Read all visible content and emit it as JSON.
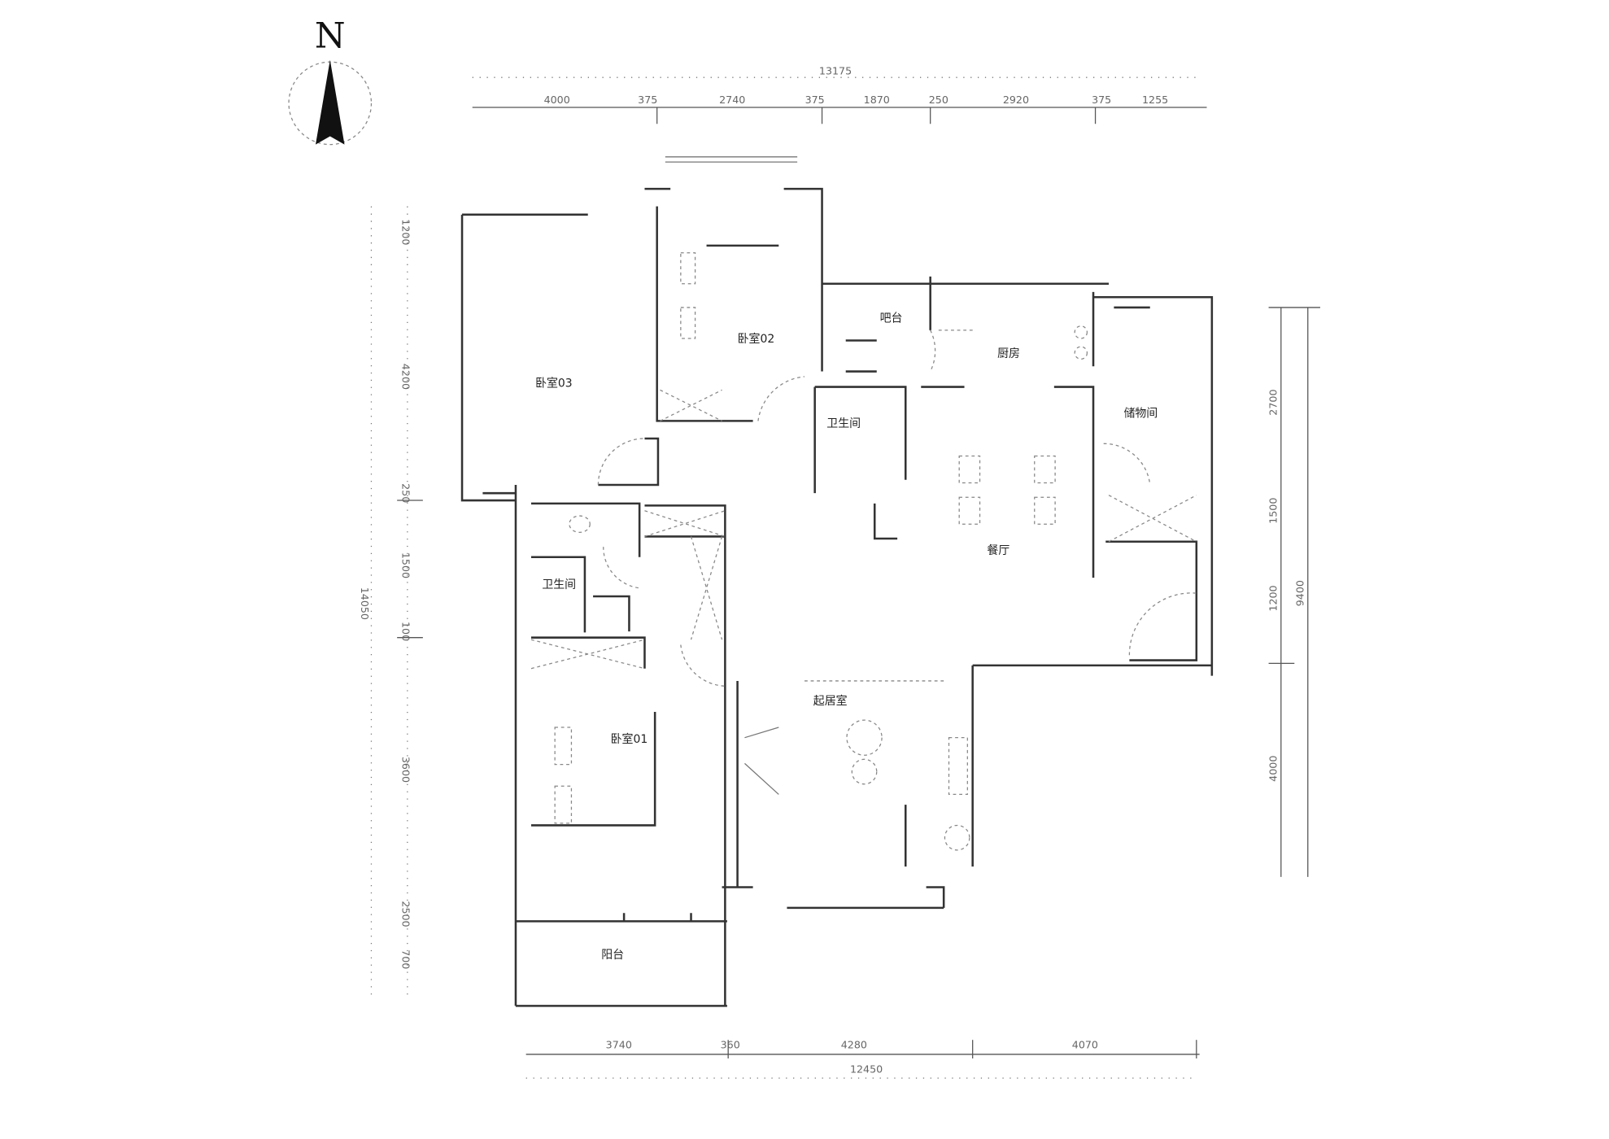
{
  "compass": {
    "label": "N"
  },
  "rooms": {
    "bedroom03": "卧室03",
    "bedroom02": "卧室02",
    "bedroom01": "卧室01",
    "bar": "吧台",
    "kitchen": "厨房",
    "bathroom_a": "卫生间",
    "bathroom_b": "卫生间",
    "storage": "储物间",
    "dining": "餐厅",
    "living": "起居室",
    "balcony": "阳台"
  },
  "dimensions": {
    "top_total": "13175",
    "top": [
      "4000",
      "375",
      "2740",
      "375",
      "1870",
      "250",
      "2920",
      "375",
      "1255"
    ],
    "bottom": [
      "3740",
      "360",
      "4280",
      "4070"
    ],
    "bottom_total": "12450",
    "left": [
      "1200",
      "4200",
      "250",
      "1500",
      "100",
      "3600",
      "2500",
      "700"
    ],
    "left_total": "14050",
    "right": [
      "2700",
      "1500",
      "1200",
      "4000"
    ],
    "right_total": "9400"
  }
}
